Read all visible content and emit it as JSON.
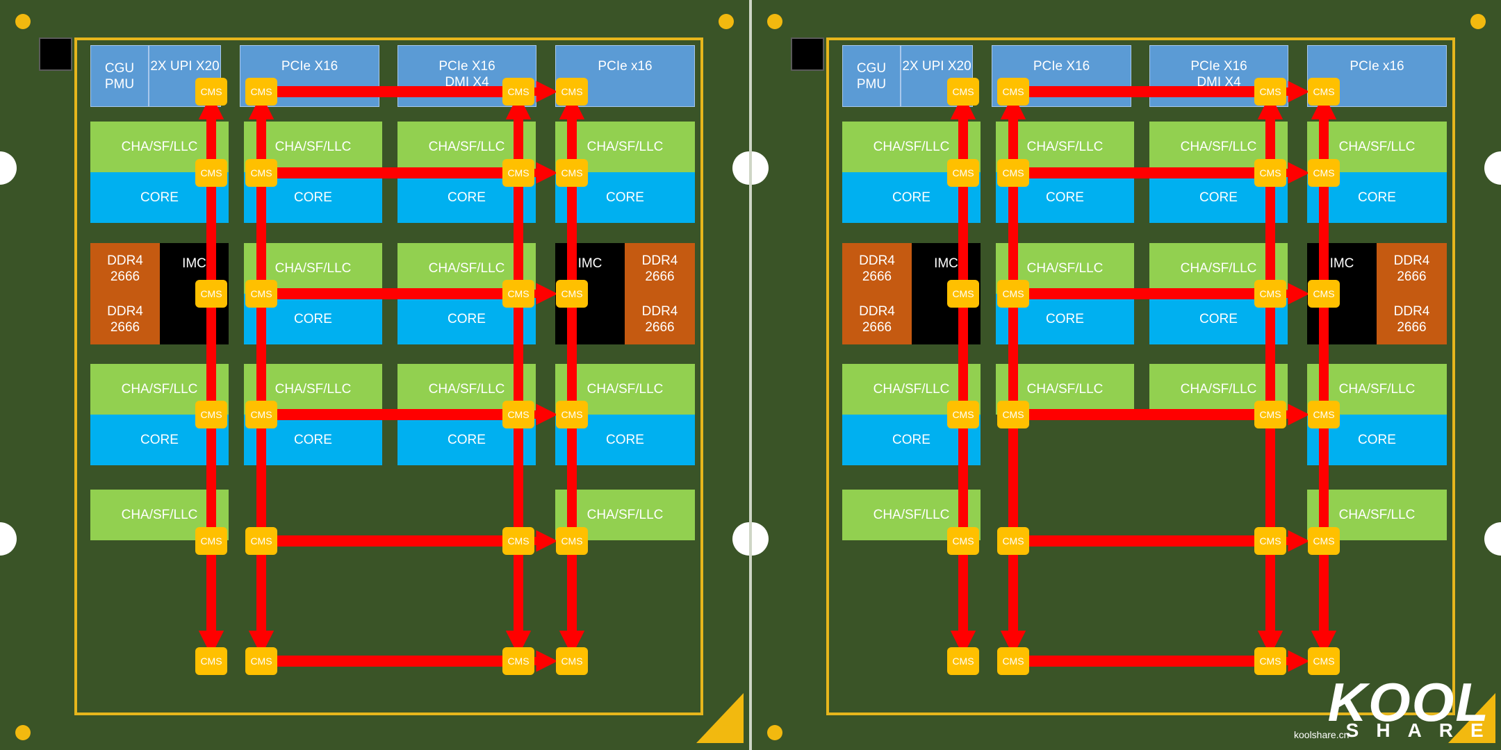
{
  "colors": {
    "board": "#3a5427",
    "frame": "#e6b61c",
    "cha": "#92d050",
    "core": "#00b0f0",
    "io": "#5b9bd5",
    "ddr": "#c55a11",
    "imc": "#000000",
    "cms": "#ffc000",
    "link": "#ff0000"
  },
  "cms_label": "CMS",
  "panels": [
    {
      "name": "full-die",
      "top_io": {
        "cgu": "CGU\nPMU",
        "upi": "2X UPI X20",
        "pcie1": "PCIe X16",
        "pcie2": "PCIe X16\nDMI X4",
        "pcie3": "PCIe x16"
      },
      "row1": {
        "cha": [
          "CHA/SF/LLC",
          "CHA/SF/LLC",
          "CHA/SF/LLC",
          "CHA/SF/LLC"
        ],
        "core": [
          "CORE",
          "CORE",
          "CORE",
          "CORE"
        ]
      },
      "row2": {
        "ddr_left": [
          "DDR4\n2666",
          "DDR4\n2666"
        ],
        "imc_left": "IMC",
        "cha": [
          "CHA/SF/LLC",
          "CHA/SF/LLC"
        ],
        "core": [
          "CORE",
          "CORE"
        ],
        "imc_right": "IMC",
        "ddr_right": [
          "DDR4\n2666",
          "DDR4\n2666"
        ]
      },
      "row3": {
        "cha": [
          "CHA/SF/LLC",
          "CHA/SF/LLC",
          "CHA/SF/LLC",
          "CHA/SF/LLC"
        ],
        "core": [
          "CORE",
          "CORE",
          "CORE",
          "CORE"
        ]
      },
      "row4": {
        "cha": [
          "CHA/SF/LLC",
          "CHA/SF/LLC"
        ]
      }
    },
    {
      "name": "cut-die",
      "top_io": {
        "cgu": "CGU\nPMU",
        "upi": "2X UPI X20",
        "pcie1": "PCIe X16",
        "pcie2": "PCIe X16\nDMI X4",
        "pcie3": "PCIe x16"
      },
      "row1": {
        "cha": [
          "CHA/SF/LLC",
          "CHA/SF/LLC",
          "CHA/SF/LLC",
          "CHA/SF/LLC"
        ],
        "core": [
          "CORE",
          "CORE",
          "CORE",
          "CORE"
        ]
      },
      "row2": {
        "ddr_left": [
          "DDR4\n2666",
          "DDR4\n2666"
        ],
        "imc_left": "IMC",
        "cha": [
          "CHA/SF/LLC",
          "CHA/SF/LLC"
        ],
        "core": [
          "CORE",
          "CORE"
        ],
        "imc_right": "IMC",
        "ddr_right": [
          "DDR4\n2666",
          "DDR4\n2666"
        ]
      },
      "row3": {
        "cha": [
          "CHA/SF/LLC",
          "CHA/SF/LLC",
          "CHA/SF/LLC",
          "CHA/SF/LLC"
        ],
        "core": [
          "CORE",
          "",
          "",
          "CORE"
        ]
      },
      "row4": {
        "cha": [
          "CHA/SF/LLC",
          "CHA/SF/LLC"
        ]
      }
    }
  ],
  "brand": {
    "logo": "KOOL",
    "sub": "SHARE",
    "site": "koolshare.cn"
  }
}
